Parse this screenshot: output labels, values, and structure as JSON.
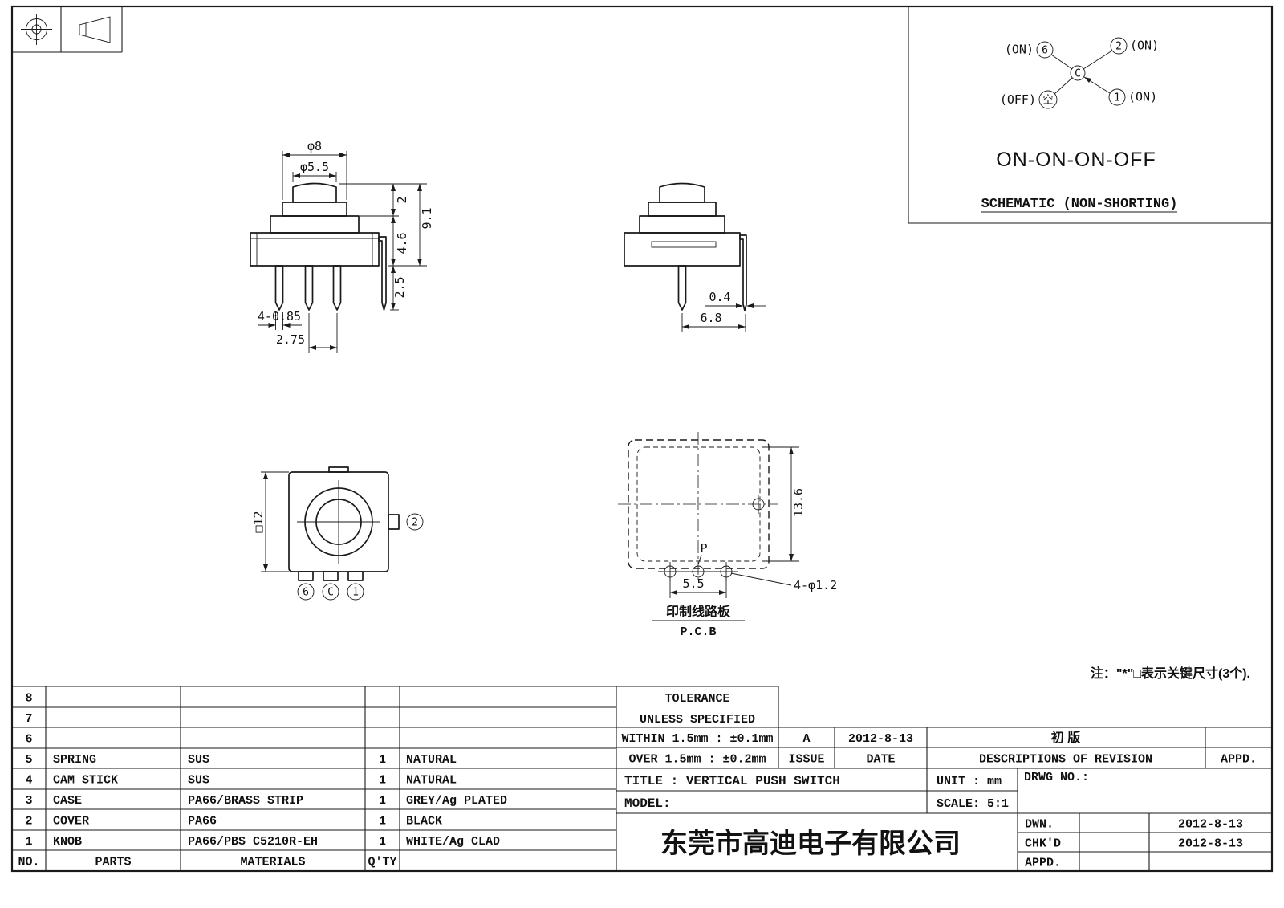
{
  "schematic": {
    "pin6_state": "(ON)",
    "pin6": "6",
    "pin2": "2",
    "pin2_state": "(ON)",
    "common": "C",
    "off_state": "(OFF)",
    "off_pin": "空",
    "pin1": "1",
    "pin1_state": "(ON)",
    "function_label": "ON-ON-ON-OFF",
    "caption": "SCHEMATIC (NON-SHORTING)"
  },
  "front_view": {
    "dia_cap": "φ8",
    "dia_button": "φ5.5",
    "h_knob": "2",
    "h_total": "9.1",
    "h_body": "4.6",
    "h_pin": "2.5",
    "pin_width": "4-0.85",
    "pin_pitch": "2.75"
  },
  "side_view": {
    "pin_thickness": "0.4",
    "depth": "6.8"
  },
  "top_view": {
    "body_size": "□12",
    "pin2": "2",
    "pin6": "6",
    "pin_c": "C",
    "pin1": "1"
  },
  "pcb_view": {
    "height": "13.6",
    "point": "P",
    "pitch": "5.5",
    "holes": "4-φ1.2",
    "label_cn": "印制线路板",
    "label_en": "P.C.B"
  },
  "note": "注：\"*\"□表示关键尺寸(3个).",
  "bom": {
    "header": {
      "no": "NO.",
      "parts": "PARTS",
      "materials": "MATERIALS",
      "qty": "Q'TY"
    },
    "rows": [
      {
        "no": "8",
        "parts": "",
        "materials": "",
        "qty": "",
        "finish": ""
      },
      {
        "no": "7",
        "parts": "",
        "materials": "",
        "qty": "",
        "finish": ""
      },
      {
        "no": "6",
        "parts": "",
        "materials": "",
        "qty": "",
        "finish": ""
      },
      {
        "no": "5",
        "parts": "SPRING",
        "materials": "SUS",
        "qty": "1",
        "finish": "NATURAL"
      },
      {
        "no": "4",
        "parts": "CAM STICK",
        "materials": "SUS",
        "qty": "1",
        "finish": "NATURAL"
      },
      {
        "no": "3",
        "parts": "CASE",
        "materials": "PA66/BRASS STRIP",
        "qty": "1",
        "finish": "GREY/Ag PLATED"
      },
      {
        "no": "2",
        "parts": "COVER",
        "materials": "PA66",
        "qty": "1",
        "finish": "BLACK"
      },
      {
        "no": "1",
        "parts": "KNOB",
        "materials": "PA66/PBS C5210R-EH",
        "qty": "1",
        "finish": "WHITE/Ag CLAD"
      }
    ]
  },
  "title_block": {
    "tolerance_title": "TOLERANCE",
    "tolerance_sub": "UNLESS  SPECIFIED",
    "within": "WITHIN 1.5mm : ±0.1mm",
    "over": "OVER 1.5mm : ±0.2mm",
    "issue_value": "A",
    "issue_date": "2012-8-13",
    "revision_desc": "初  版",
    "issue_label": "ISSUE",
    "date_label": "DATE",
    "descriptions_label": "DESCRIPTIONS OF REVISION",
    "appd_label": "APPD.",
    "title": "TITLE :  VERTICAL PUSH SWITCH",
    "unit": "UNIT :  mm",
    "drwg_no": "DRWG NO.:",
    "model": "MODEL:",
    "scale": "SCALE:  5:1",
    "dwn_label": "DWN.",
    "dwn_date": "2012-8-13",
    "chkd_label": "CHK'D",
    "chkd_date": "2012-8-13",
    "appd2_label": "APPD.",
    "company": "东莞市高迪电子有限公司"
  }
}
